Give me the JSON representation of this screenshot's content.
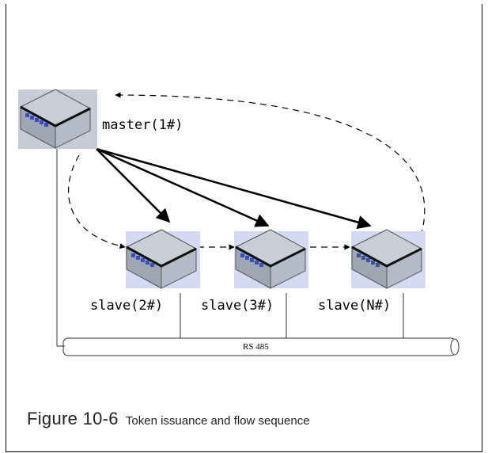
{
  "diagram": {
    "master_label": "master(1#)",
    "slave_labels": [
      "slave(2#)",
      "slave(3#)",
      "slave(N#)"
    ],
    "bus_label": "RS 485"
  },
  "caption": {
    "figure_number": "Figure 10-6",
    "text": "Token issuance and flow sequence"
  }
}
